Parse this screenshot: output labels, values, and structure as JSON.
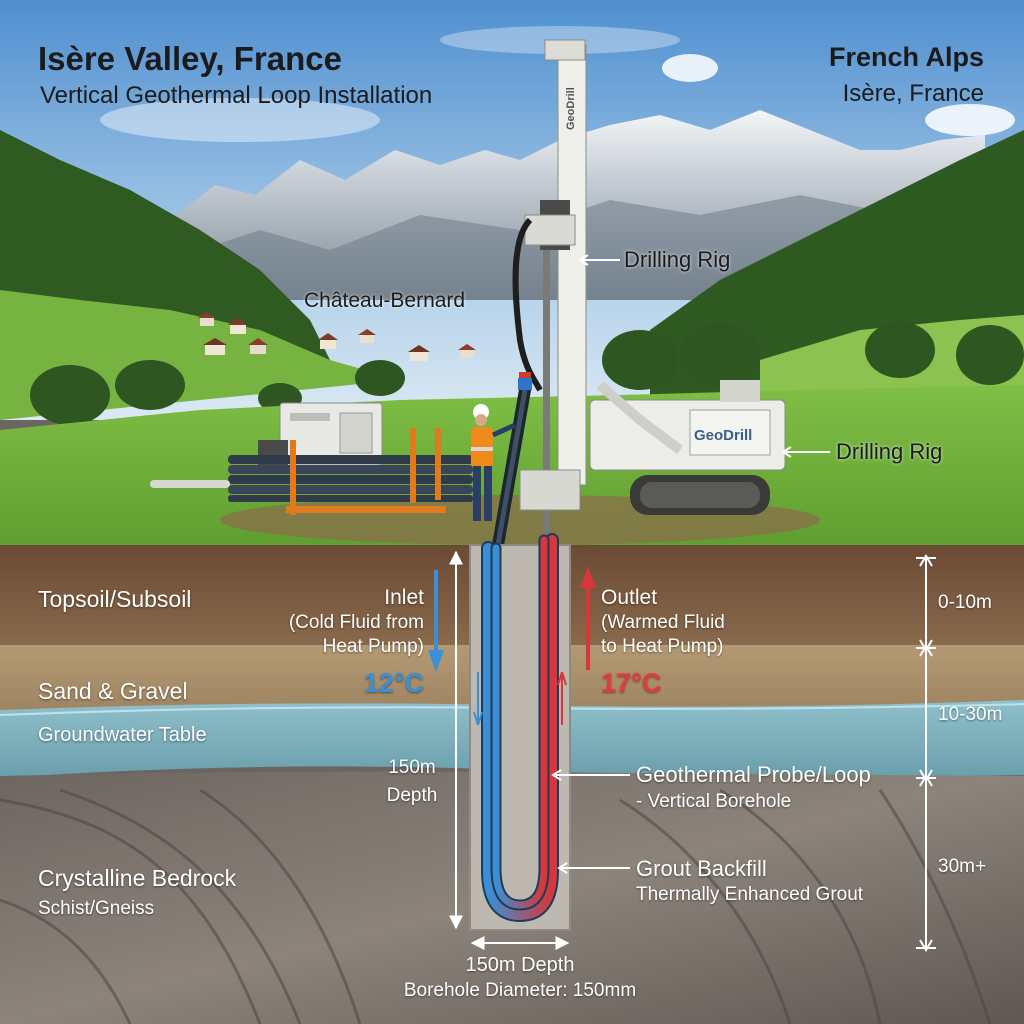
{
  "header": {
    "title": "Isère Valley, France",
    "subtitle": "Vertical Geothermal Loop Installation",
    "region_title": "French Alps",
    "region_subtitle": "Isère, France"
  },
  "landscape": {
    "village_label": "Château-Bernard"
  },
  "equipment": {
    "rig_label_mast": "Drilling Rig",
    "rig_label_body": "Drilling Rig",
    "mast_brand": "GeoDrill",
    "body_brand": "GeoDrill"
  },
  "layers": {
    "topsoil": "Topsoil/Subsoil",
    "sand": "Sand & Gravel",
    "groundwater": "Groundwater Table",
    "bedrock": "Crystalline Bedrock",
    "bedrock_type": "Schist/Gneiss"
  },
  "depth_scale": {
    "zone1": "0-10m",
    "zone2": "10-30m",
    "zone3": "30m+"
  },
  "flow": {
    "inlet_title": "Inlet",
    "inlet_desc_line1": "(Cold Fluid from",
    "inlet_desc_line2": "Heat Pump)",
    "inlet_temp": "12°C",
    "outlet_title": "Outlet",
    "outlet_desc_line1": "(Warmed Fluid",
    "outlet_desc_line2": "to Heat Pump)",
    "outlet_temp": "17°C"
  },
  "borehole": {
    "depth_line1": "150m",
    "depth_line2": "Depth",
    "probe_title": "Geothermal Probe/Loop",
    "probe_desc": "- Vertical Borehole",
    "grout_title": "Grout Backfill",
    "grout_desc": "Thermally Enhanced Grout",
    "bottom_depth": "150m Depth",
    "diameter": "Borehole Diameter: 150mm"
  },
  "colors": {
    "cold": "#3a8fd6",
    "warm": "#d8363a",
    "groundwater": "#7fb2c0",
    "grout": "#bdb9b1"
  }
}
